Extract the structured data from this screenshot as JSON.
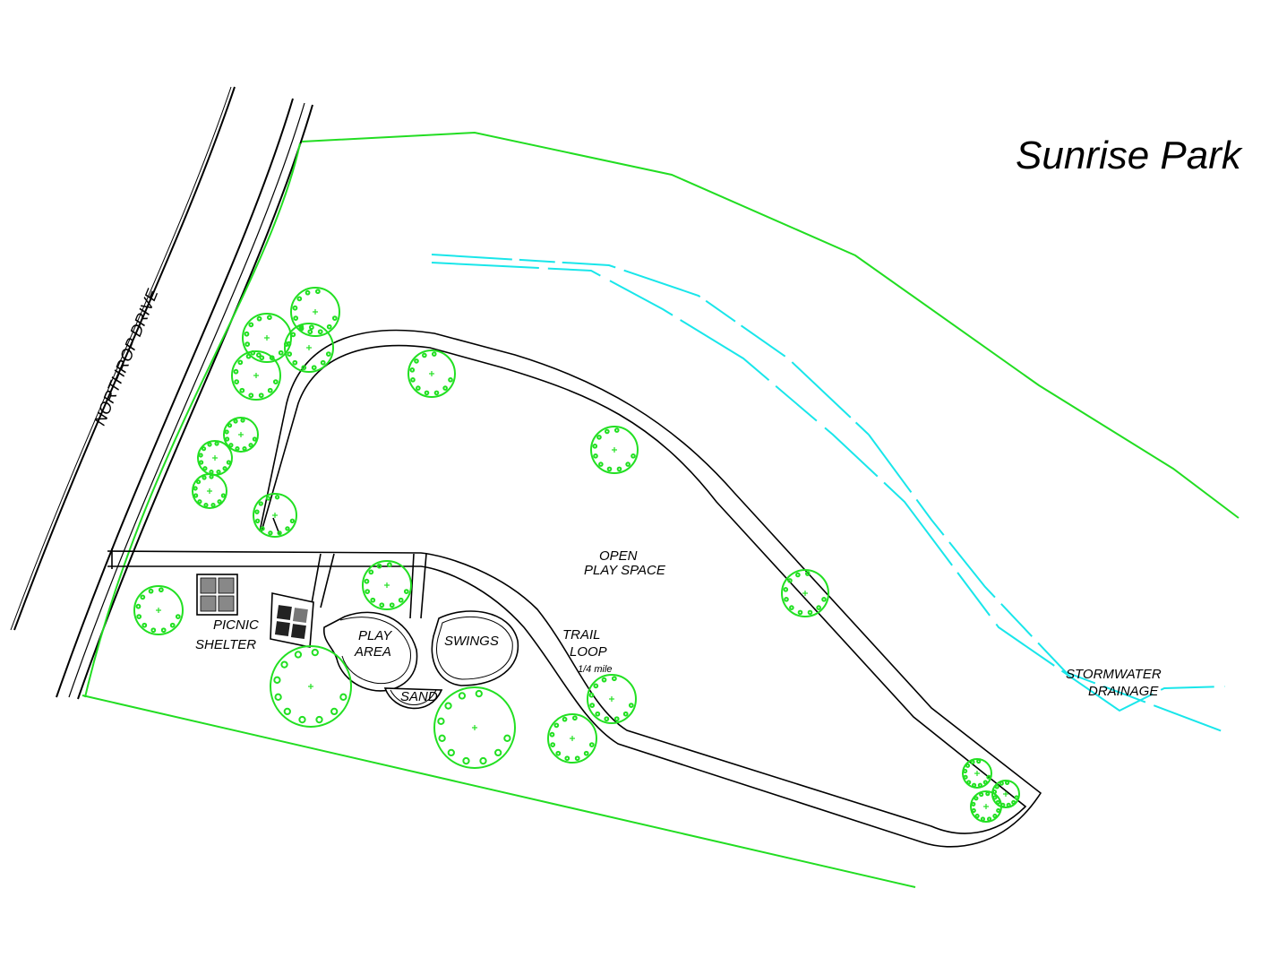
{
  "title": "Sunrise Park",
  "labels": {
    "road": "NORTHROP DRIVE",
    "picnic_1": "PICNIC",
    "picnic_2": "SHELTER",
    "play_1": "PLAY",
    "play_2": "AREA",
    "swings": "SWINGS",
    "sand": "SAND",
    "open_1": "OPEN",
    "open_2": "PLAY SPACE",
    "trail_1": "TRAIL",
    "trail_2": "LOOP",
    "trail_len": "1/4 mile",
    "storm_1": "STORMWATER",
    "storm_2": "DRAINAGE"
  },
  "colors": {
    "boundary": "#22dd22",
    "drainage": "#19e6ea",
    "trees": "#22e022",
    "linework": "#000000"
  }
}
